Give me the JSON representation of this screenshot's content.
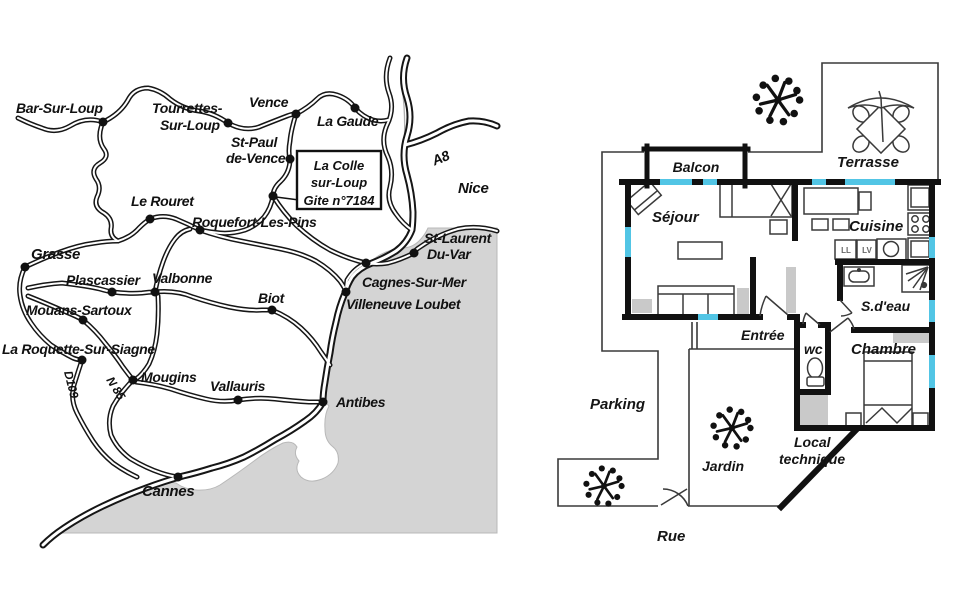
{
  "map": {
    "towns": {
      "bar_sur_loup": "Bar-Sur-Loup",
      "tourrettes_line1": "Tourrettes-",
      "tourrettes_line2": "Sur-Loup",
      "vence": "Vence",
      "la_gaude": "La Gaude",
      "st_paul_line1": "St-Paul",
      "st_paul_line2": "de-Vence",
      "le_rouret": "Le Rouret",
      "roquefort": "Roquefort-Les-Pins",
      "nice": "Nice",
      "st_laurent_line1": "St-Laurent",
      "st_laurent_line2": "Du-Var",
      "cagnes": "Cagnes-Sur-Mer",
      "villeneuve": "Villeneuve Loubet",
      "grasse": "Grasse",
      "plascassier": "Plascassier",
      "valbonne": "Valbonne",
      "biot": "Biot",
      "mouans": "Mouans-Sartoux",
      "la_roquette": "La Roquette-Sur-Siagne",
      "mougins": "Mougins",
      "vallauris": "Vallauris",
      "antibes": "Antibes",
      "cannes": "Cannes"
    },
    "roads": {
      "a8": "A8",
      "n85": "N 85",
      "d109": "D109"
    },
    "gite_box": {
      "line1": "La Colle",
      "line2": "sur-Loup",
      "line3": "Gite n°7184"
    },
    "colors": {
      "sea": "#d4d4d4",
      "road": "#161616"
    }
  },
  "floorplan": {
    "rooms": {
      "balcon": "Balcon",
      "terrasse": "Terrasse",
      "sejour": "Séjour",
      "cuisine": "Cuisine",
      "sdeau": "S.d'eau",
      "entree": "Entrée",
      "wc": "wc",
      "chambre": "Chambre",
      "local_line1": "Local",
      "local_line2": "technique",
      "parking": "Parking",
      "jardin": "Jardin",
      "rue": "Rue"
    },
    "appliances": {
      "washer": "LL",
      "dishwasher": "LV"
    },
    "colors": {
      "wall": "#111111",
      "window": "#52c5e5",
      "shade": "#c9c9c9"
    }
  }
}
